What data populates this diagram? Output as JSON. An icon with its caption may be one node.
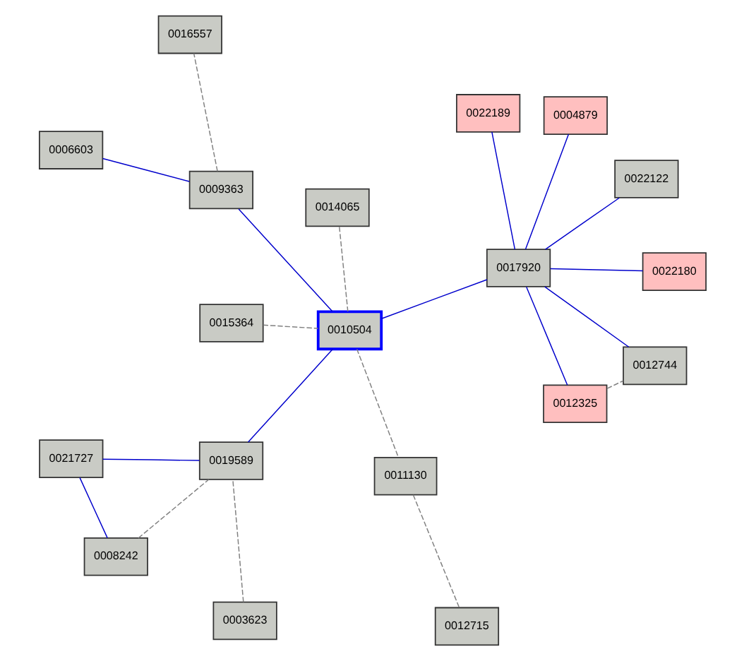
{
  "diagram": {
    "nodes": [
      {
        "text": [
          "0021727"
        ]
      },
      {
        "text": [
          "0022180"
        ]
      },
      {
        "text": [
          "0008242"
        ]
      },
      {
        "text": [
          "0022189"
        ]
      },
      {
        "text": [
          "0004879"
        ]
      },
      {
        "text": [
          "0019589"
        ]
      },
      {
        "text": [
          "0012325"
        ]
      },
      {
        "text": [
          "0003623"
        ]
      },
      {
        "text": [
          "0017920"
        ]
      },
      {
        "text": [
          "0012744"
        ]
      },
      {
        "text": [
          "0015364"
        ]
      },
      {
        "text": [
          "0010504"
        ]
      },
      {
        "text": [
          "0022122"
        ]
      },
      {
        "text": [
          "0011130"
        ]
      },
      {
        "text": [
          "0014065"
        ]
      },
      {
        "text": [
          "0009363"
        ]
      },
      {
        "text": [
          "0012715"
        ]
      },
      {
        "text": [
          "0016557"
        ]
      },
      {
        "text": [
          "0006603"
        ]
      }
    ],
    "edges": [
      {
        "from": 0,
        "to": 2,
        "arrow": "none"
      },
      {
        "from": 0,
        "to": 5,
        "arrow": "none"
      },
      {
        "from": 2,
        "to": 5,
        "arrow": "none",
        "style": "dashed",
        "color": "#808080"
      },
      {
        "from": 7,
        "to": 5,
        "arrow": "none",
        "style": "dashed",
        "color": "#808080"
      },
      {
        "from": 5,
        "to": 11,
        "arrow": "none"
      },
      {
        "from": 10,
        "to": 11,
        "arrow": "none",
        "style": "dashed",
        "color": "#808080"
      },
      {
        "from": 11,
        "to": 8,
        "arrow": "none"
      },
      {
        "from": 8,
        "to": 3,
        "arrow": "none"
      },
      {
        "from": 8,
        "to": 1,
        "arrow": "none"
      },
      {
        "from": 8,
        "to": 4,
        "arrow": "none"
      },
      {
        "from": 8,
        "to": 6,
        "arrow": "none"
      },
      {
        "from": 8,
        "to": 9,
        "arrow": "none"
      },
      {
        "from": 8,
        "to": 12,
        "arrow": "none"
      },
      {
        "from": 6,
        "to": 9,
        "arrow": "none",
        "style": "dashed",
        "color": "#808080"
      },
      {
        "from": 11,
        "to": 13,
        "arrow": "none",
        "style": "dashed",
        "color": "#808080"
      },
      {
        "from": 13,
        "to": 16,
        "arrow": "none",
        "style": "dashed",
        "color": "#808080"
      },
      {
        "from": 11,
        "to": 14,
        "arrow": "none",
        "style": "dashed",
        "color": "#808080"
      },
      {
        "from": 11,
        "to": 15,
        "arrow": "none"
      },
      {
        "from": 15,
        "to": 18,
        "arrow": "none"
      },
      {
        "from": 15,
        "to": 17,
        "arrow": "none",
        "style": "dashed",
        "color": "#808080"
      }
    ]
  }
}
